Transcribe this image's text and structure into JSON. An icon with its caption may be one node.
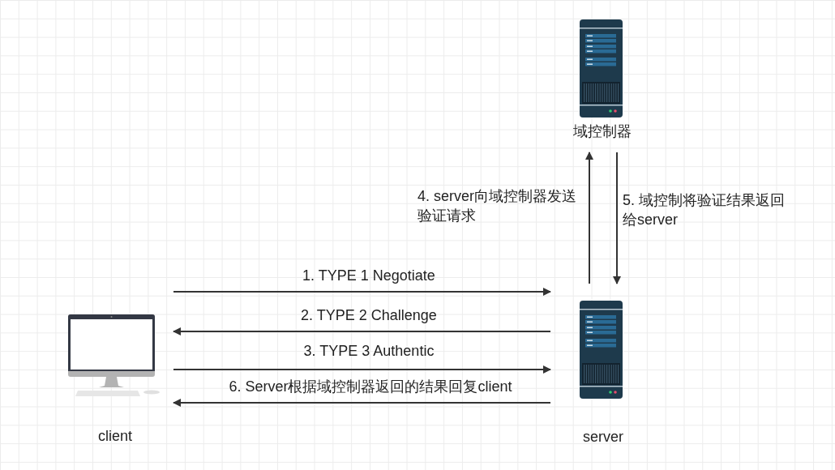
{
  "diagram": {
    "nodes": [
      {
        "text": [
          "域控制器"
        ]
      },
      {
        "text": [
          "client"
        ]
      },
      {
        "text": [
          "server"
        ]
      }
    ],
    "edges": [
      {
        "from": 1,
        "to": 2,
        "arrow": "to",
        "label": "1. TYPE 1 Negotiate"
      },
      {
        "from": 2,
        "to": 1,
        "arrow": "to",
        "label": "2. TYPE 2 Challenge"
      },
      {
        "from": 1,
        "to": 2,
        "arrow": "to",
        "label": "3. TYPE 3 Authentic"
      },
      {
        "from": 2,
        "to": 0,
        "arrow": "to",
        "label": "4. server向域控制器发送验证请求"
      },
      {
        "from": 0,
        "to": 2,
        "arrow": "to",
        "label": "5. 域控制将验证结果返回给server"
      },
      {
        "from": 2,
        "to": 1,
        "arrow": "to",
        "label": "6. Server根据域控制器返回的结果回复client"
      }
    ]
  }
}
